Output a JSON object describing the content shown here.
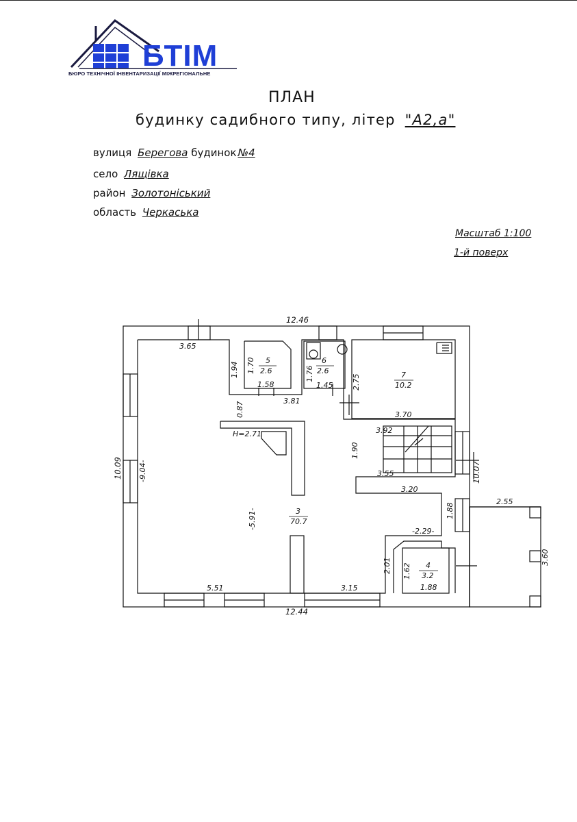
{
  "logo": {
    "text": "БТІМ",
    "caption": "БЮРО ТЕХНІЧНОЇ ІНВЕНТАРИЗАЦІЇ МІЖРЕГІОНАЛЬНЕ",
    "colors": {
      "blue": "#1f3fd6",
      "navy": "#1a1a40"
    }
  },
  "title": "ПЛАН",
  "subtitle": {
    "text": "будинку садибного типу, літер",
    "liter": "\"А2,а\""
  },
  "address": {
    "street_label": "вулиця",
    "street": "Берегова",
    "house_label": "будинок",
    "house": "№4",
    "village_label": "село",
    "village": "Лящівка",
    "district_label": "район",
    "district": "Золотоніський",
    "region_label": "область",
    "region": "Черкаська"
  },
  "scale": "Масштаб 1:100",
  "floor": "1-й поверх",
  "plan": {
    "overall": {
      "top": "12.46",
      "bottom": "12.44",
      "left": "10.09",
      "right": "10.07"
    },
    "rooms": [
      {
        "num": "3",
        "area": "70.7"
      },
      {
        "num": "4",
        "area": "3.2"
      },
      {
        "num": "5",
        "area": "2.6"
      },
      {
        "num": "6",
        "area": "2.6"
      },
      {
        "num": "7",
        "area": "10.2"
      }
    ],
    "dims": {
      "d365": "3.65",
      "d194": "1.94",
      "d170": "1.70",
      "d158": "1.58",
      "d176": "1.76",
      "d145": "1.45",
      "d381": "3.81",
      "d275": "2.75",
      "d370": "3.70",
      "d087": "0.87",
      "h": "H=2.71",
      "d904": "-9.04-",
      "d591": "-5.91-",
      "d392": "3.92",
      "d190": "1.90",
      "d355": "3.55",
      "d320": "3.20",
      "d188a": "1.88",
      "d229": "-2.29-",
      "d201": "2.01",
      "d162": "1.62",
      "d188b": "1.88",
      "d551": "5.51",
      "d315": "3.15",
      "d255": "2.55",
      "d360": "3.60"
    }
  }
}
